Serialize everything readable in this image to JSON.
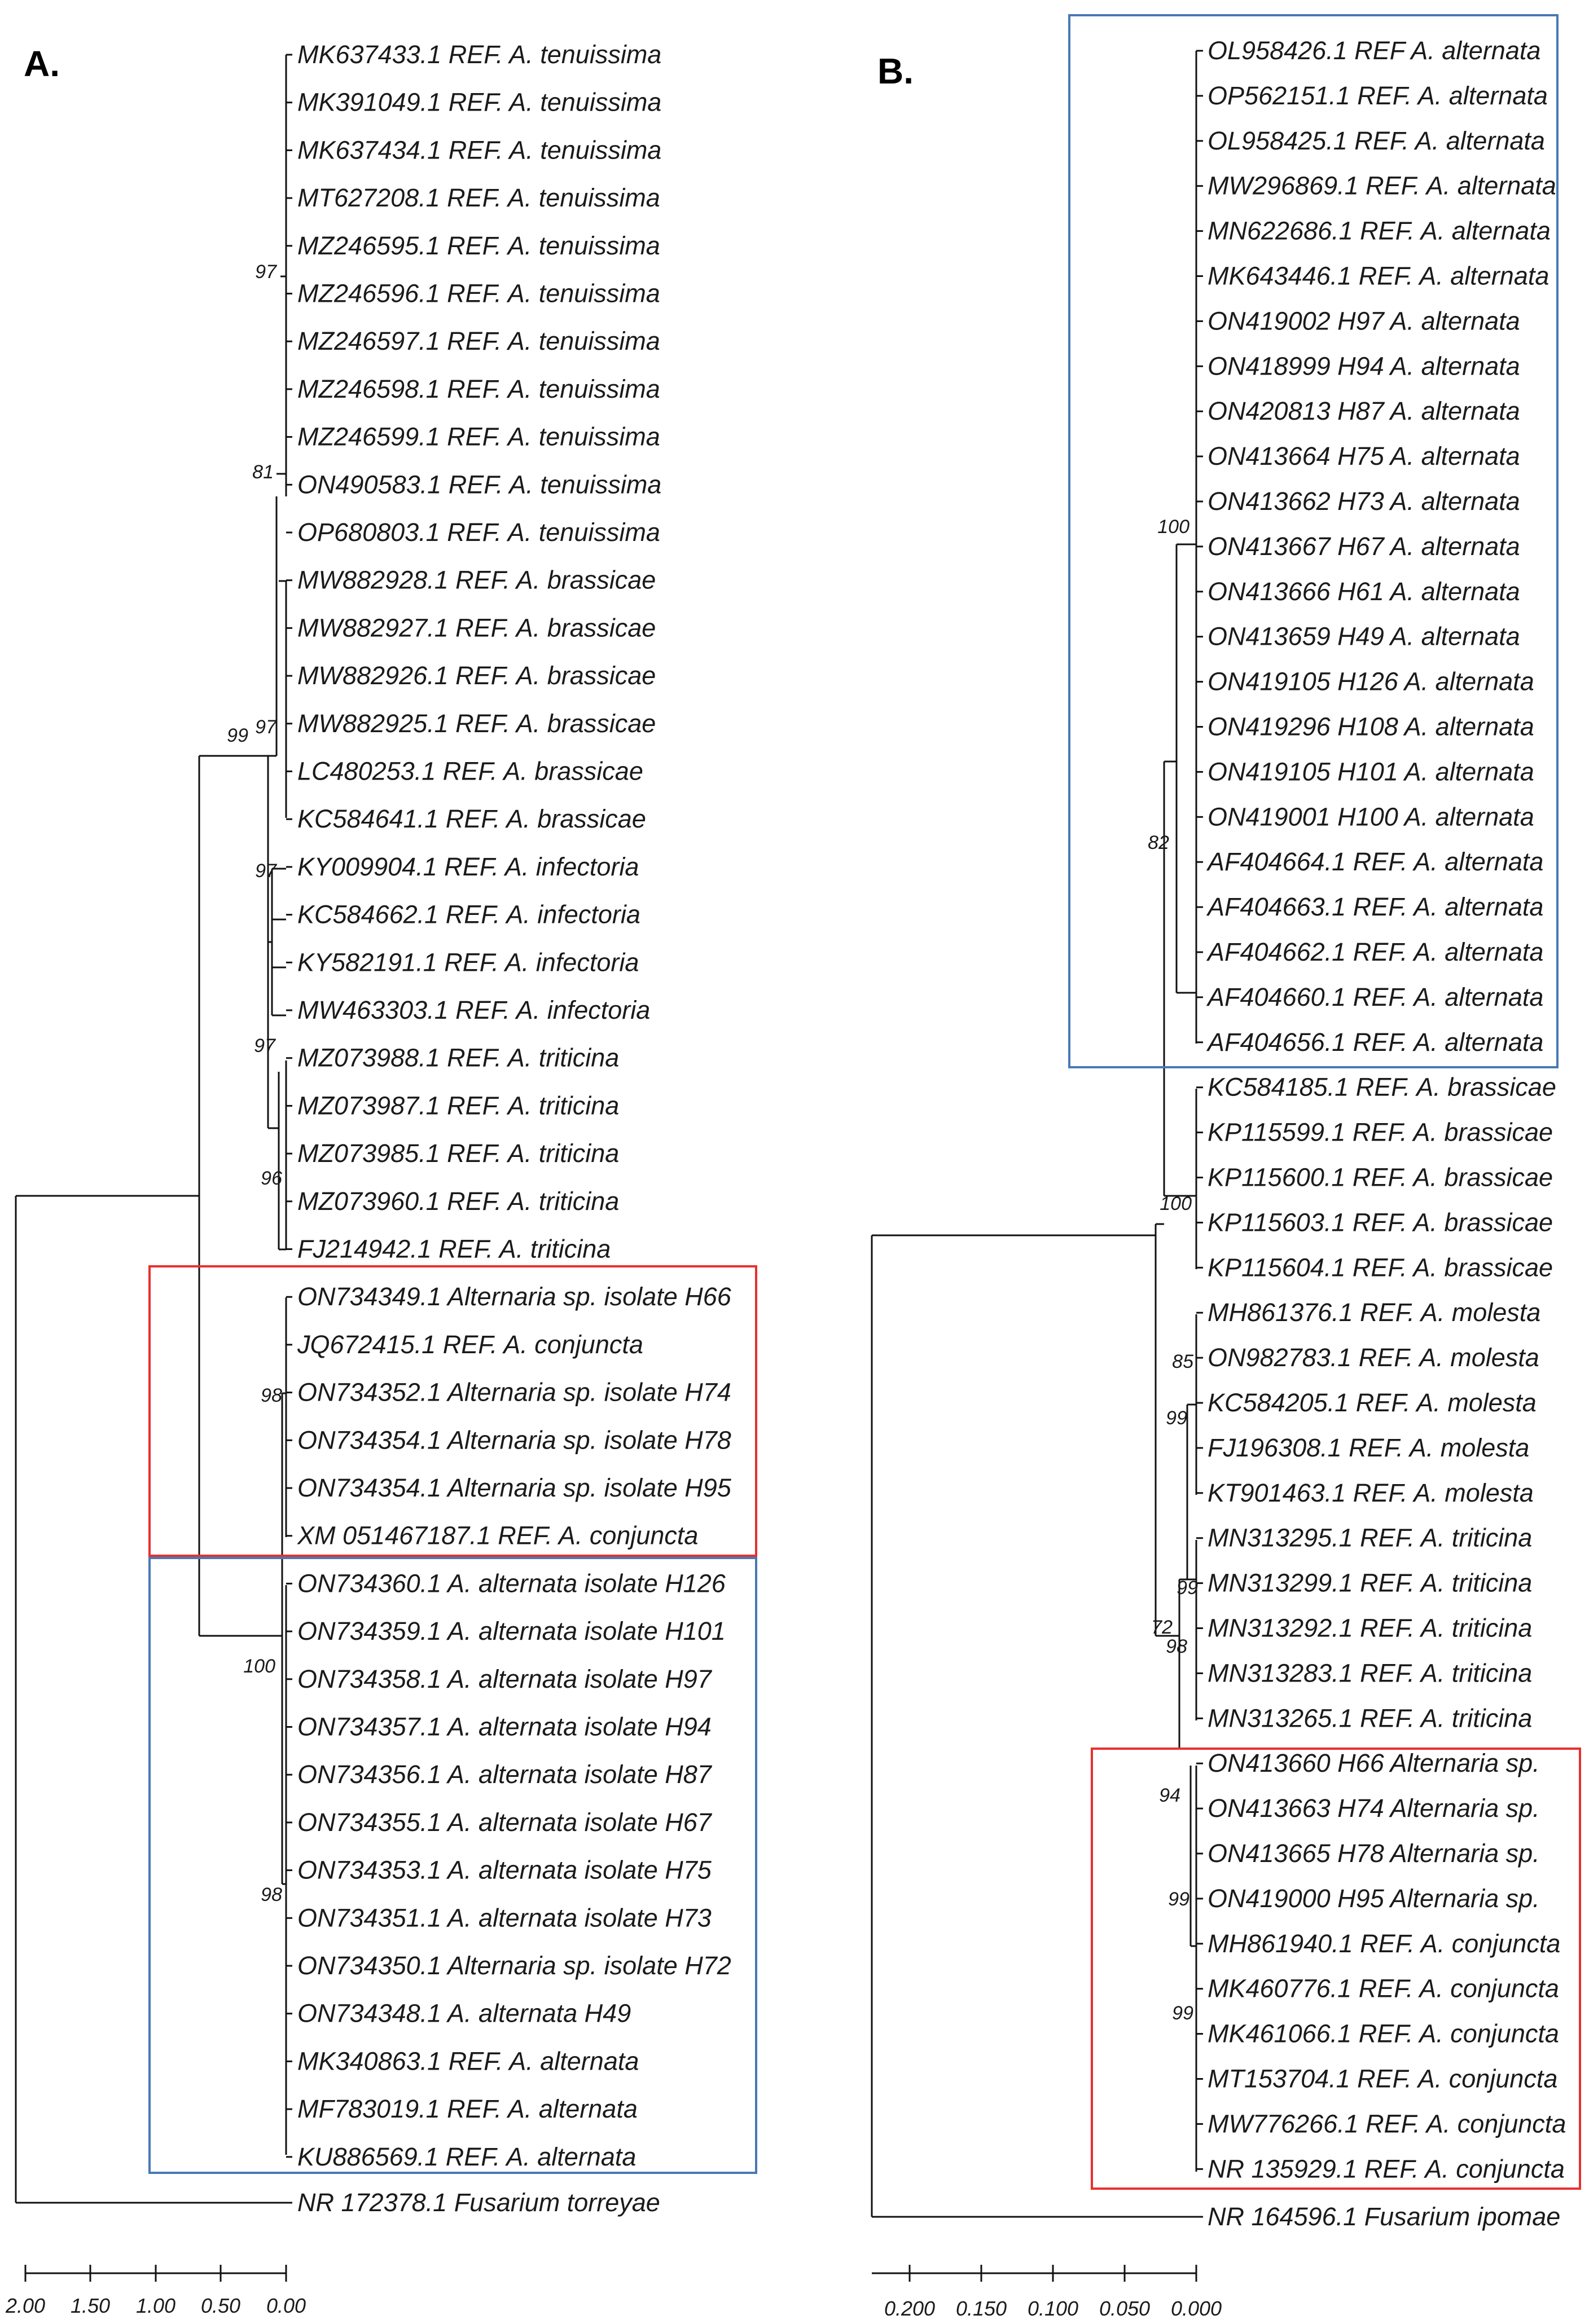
{
  "panels": [
    {
      "label": "A.",
      "leaves": [
        "MK637433.1 REF. A. tenuissima",
        "MK391049.1 REF. A. tenuissima",
        "MK637434.1 REF. A. tenuissima",
        "MT627208.1 REF. A. tenuissima",
        "MZ246595.1 REF. A. tenuissima",
        "MZ246596.1 REF. A. tenuissima",
        "MZ246597.1 REF. A. tenuissima",
        "MZ246598.1 REF. A. tenuissima",
        "MZ246599.1 REF. A. tenuissima",
        "ON490583.1 REF. A. tenuissima",
        "OP680803.1 REF. A. tenuissima",
        "MW882928.1 REF. A. brassicae",
        "MW882927.1 REF. A. brassicae",
        "MW882926.1 REF. A. brassicae",
        "MW882925.1 REF. A. brassicae",
        "LC480253.1 REF. A. brassicae",
        "KC584641.1 REF. A. brassicae",
        "KY009904.1 REF. A. infectoria",
        "KC584662.1 REF. A. infectoria",
        "KY582191.1 REF. A. infectoria",
        "MW463303.1 REF. A. infectoria",
        "MZ073988.1 REF. A. triticina",
        "MZ073987.1 REF. A. triticina",
        "MZ073985.1 REF. A. triticina",
        "MZ073960.1 REF. A. triticina",
        "FJ214942.1 REF. A. triticina",
        "ON734349.1 Alternaria sp. isolate H66",
        "JQ672415.1 REF. A. conjuncta",
        "ON734352.1 Alternaria sp. isolate H74",
        "ON734354.1 Alternaria sp. isolate H78",
        "ON734354.1 Alternaria sp. isolate H95",
        "XM 051467187.1 REF. A. conjuncta",
        "ON734360.1 A. alternata isolate H126",
        "ON734359.1 A. alternata isolate H101",
        "ON734358.1 A. alternata isolate H97",
        "ON734357.1 A. alternata isolate H94",
        "ON734356.1 A. alternata isolate H87",
        "ON734355.1 A. alternata isolate H67",
        "ON734353.1 A. alternata isolate H75",
        "ON734351.1 A. alternata isolate H73",
        "ON734350.1 Alternaria sp. isolate H72",
        "ON734348.1 A. alternata H49",
        "MK340863.1 REF. A. alternata",
        "MF783019.1 REF. A. alternata",
        "KU886569.1 REF. A. alternata",
        "NR 172378.1 Fusarium torreyae"
      ],
      "bootstrap": [
        "97",
        "81",
        "97",
        "99",
        "97",
        "97",
        "96",
        "98",
        "100",
        "98"
      ],
      "scale_ticks": [
        "2.00",
        "1.50",
        "1.00",
        "0.50",
        "0.00"
      ]
    },
    {
      "label": "B.",
      "leaves": [
        "OL958426.1 REF A. alternata",
        "OP562151.1 REF. A. alternata",
        "OL958425.1 REF. A. alternata",
        "MW296869.1 REF. A. alternata",
        "MN622686.1 REF. A. alternata",
        "MK643446.1 REF. A. alternata",
        "ON419002 H97 A. alternata",
        "ON418999 H94 A. alternata",
        "ON420813 H87 A. alternata",
        "ON413664 H75 A. alternata",
        "ON413662 H73 A. alternata",
        "ON413667 H67 A. alternata",
        "ON413666 H61 A. alternata",
        "ON413659 H49 A. alternata",
        "ON419105 H126 A. alternata",
        "ON419296 H108 A. alternata",
        "ON419105 H101 A. alternata",
        "ON419001 H100 A. alternata",
        "AF404664.1 REF. A. alternata",
        "AF404663.1 REF. A. alternata",
        "AF404662.1 REF. A. alternata",
        "AF404660.1 REF. A. alternata",
        "AF404656.1 REF. A. alternata",
        "KC584185.1 REF. A. brassicae",
        "KP115599.1 REF. A. brassicae",
        "KP115600.1 REF. A. brassicae",
        "KP115603.1 REF. A. brassicae",
        "KP115604.1 REF. A. brassicae",
        "MH861376.1 REF. A. molesta",
        "ON982783.1 REF. A. molesta",
        "KC584205.1 REF. A. molesta",
        "FJ196308.1 REF. A. molesta",
        "KT901463.1 REF. A. molesta",
        "MN313295.1 REF. A. triticina",
        "MN313299.1 REF. A. triticina",
        "MN313292.1 REF. A. triticina",
        "MN313283.1 REF. A. triticina",
        "MN313265.1 REF. A. triticina",
        "ON413660 H66 Alternaria sp.",
        "ON413663 H74 Alternaria sp.",
        "ON413665 H78 Alternaria sp.",
        "ON419000 H95 Alternaria sp.",
        "MH861940.1 REF. A. conjuncta",
        "MK460776.1 REF. A. conjuncta",
        "MK461066.1 REF. A. conjuncta",
        "MT153704.1 REF. A. conjuncta",
        "MW776266.1 REF. A. conjuncta",
        "NR 135929.1 REF. A. conjuncta",
        "NR 164596.1 Fusarium ipomae"
      ],
      "bootstrap": [
        "100",
        "82",
        "100",
        "85",
        "99",
        "99",
        "72",
        "98",
        "94",
        "99",
        "99"
      ],
      "scale_ticks": [
        "0.200",
        "0.150",
        "0.100",
        "0.050",
        "0.000"
      ]
    }
  ],
  "colors": {
    "red_box": "#e8302e",
    "blue_box": "#4a78b5",
    "lines": "#111111"
  }
}
